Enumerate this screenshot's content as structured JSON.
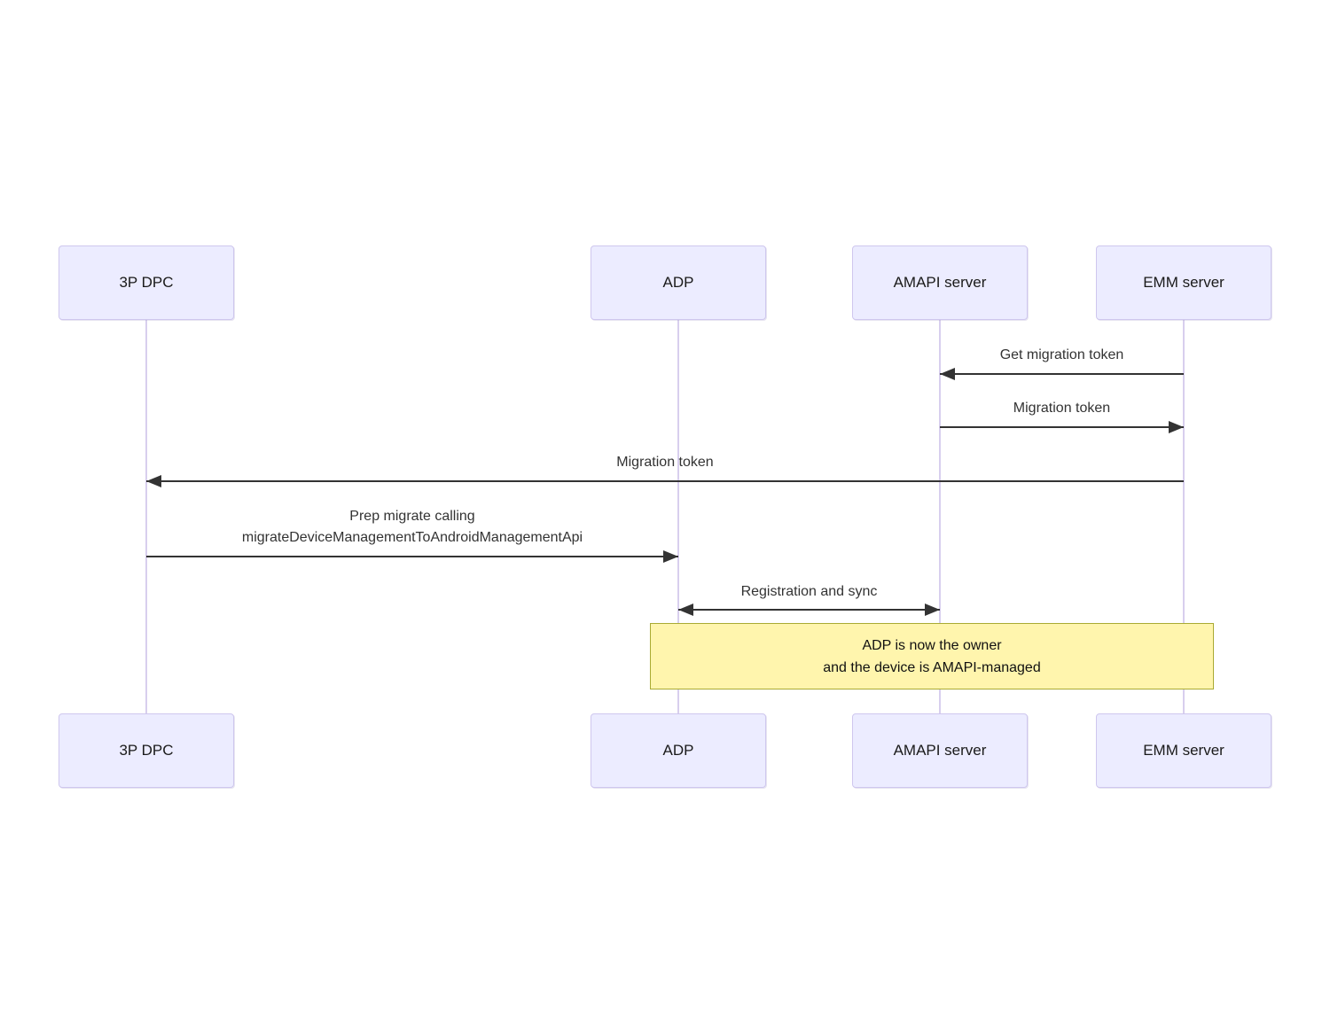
{
  "diagram": {
    "type": "sequence-diagram",
    "actors": [
      {
        "name": "3P DPC"
      },
      {
        "name": "ADP"
      },
      {
        "name": "AMAPI server"
      },
      {
        "name": "EMM server"
      }
    ],
    "messages": [
      {
        "from": "EMM server",
        "to": "AMAPI server",
        "arrow": "left",
        "lines": [
          "Get migration token"
        ]
      },
      {
        "from": "AMAPI server",
        "to": "EMM server",
        "arrow": "right",
        "lines": [
          "Migration token"
        ]
      },
      {
        "from": "EMM server",
        "to": "3P DPC",
        "arrow": "left",
        "lines": [
          "Migration token"
        ]
      },
      {
        "from": "3P DPC",
        "to": "ADP",
        "arrow": "right",
        "lines": [
          "Prep migrate calling",
          "migrateDeviceManagementToAndroidManagementApi"
        ]
      },
      {
        "from": "ADP",
        "to": "AMAPI server",
        "arrow": "both",
        "lines": [
          "Registration and sync"
        ]
      }
    ],
    "note": {
      "over": "ADP, EMM server",
      "lines": [
        "ADP is now the owner",
        "and the device is AMAPI-managed"
      ]
    },
    "colors": {
      "actor_fill": "#ececff",
      "actor_border": "#cfc7ee",
      "lifeline": "#d8cfee",
      "arrow": "#333333",
      "message_text": "#333333",
      "note_fill": "#fff5ad",
      "note_border": "#aaaa33",
      "background": "#ffffff"
    }
  }
}
